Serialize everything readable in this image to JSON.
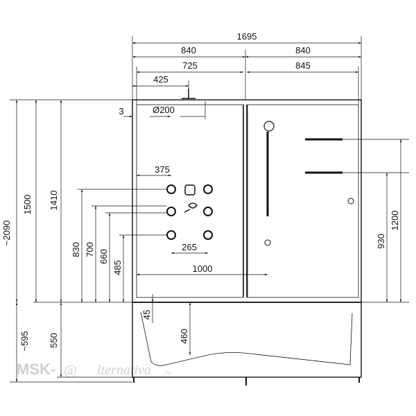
{
  "title": "",
  "dimensions": {
    "overall_width": "1695",
    "left_width": "840",
    "right_width": "840",
    "left_inner": "725",
    "right_inner": "845",
    "head_offset": "425",
    "frame_gap": "3",
    "head_diameter": "Ø200",
    "jet_offset": "375",
    "jet_spacing": "265",
    "bar_length": "1000",
    "height_total": "~2090",
    "height_cabin": "1500",
    "height_1410": "1410",
    "height_830": "830",
    "height_700": "700",
    "height_660": "660",
    "height_485": "485",
    "height_tray": "~595",
    "height_550": "550",
    "height_45": "45",
    "height_460": "460",
    "height_930": "930",
    "height_1200": "1200"
  },
  "watermark": {
    "brand": "MSK-",
    "at": "@",
    "script": "lternativa",
    "tld": ".ru"
  },
  "colors": {
    "line": "#111111",
    "watermark": "#cfcfcf"
  }
}
